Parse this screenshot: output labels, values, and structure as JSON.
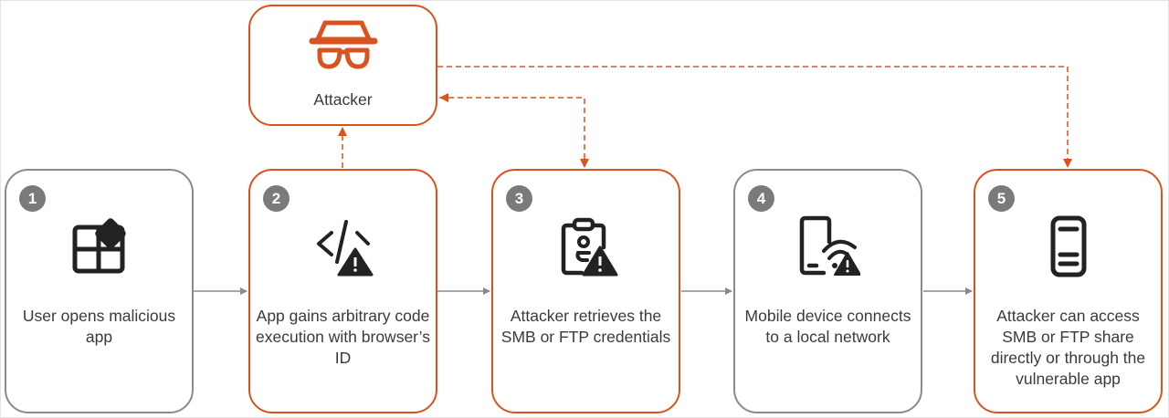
{
  "diagram": {
    "attacker": {
      "label": "Attacker",
      "icon": "spy-icon"
    },
    "steps": [
      {
        "number": "1",
        "label": "User opens malicious app",
        "icon": "apps-add-icon",
        "highlighted": false
      },
      {
        "number": "2",
        "label": "App gains arbitrary code execution with browser’s ID",
        "icon": "code-warning-icon",
        "highlighted": true
      },
      {
        "number": "3",
        "label": "Attacker retrieves the SMB or FTP credentials",
        "icon": "clipboard-person-warning-icon",
        "highlighted": true
      },
      {
        "number": "4",
        "label": "Mobile device connects to a local network",
        "icon": "phone-wifi-warning-icon",
        "highlighted": false
      },
      {
        "number": "5",
        "label": "Attacker can access SMB or FTP share directly or through the vulnerable app",
        "icon": "server-icon",
        "highlighted": true
      }
    ],
    "connections": [
      {
        "from": "1",
        "to": "2",
        "style": "solid"
      },
      {
        "from": "2",
        "to": "3",
        "style": "solid"
      },
      {
        "from": "3",
        "to": "4",
        "style": "solid"
      },
      {
        "from": "4",
        "to": "5",
        "style": "solid"
      },
      {
        "from": "2",
        "to": "attacker",
        "style": "dashed"
      },
      {
        "from": "attacker",
        "to": "3",
        "style": "dashed-bidirectional"
      },
      {
        "from": "attacker",
        "to": "5",
        "style": "dashed"
      }
    ],
    "colors": {
      "accent": "#d9531e",
      "neutral": "#8a8a8a",
      "text": "#3a3a3a",
      "badge": "#7a7a7a"
    }
  }
}
